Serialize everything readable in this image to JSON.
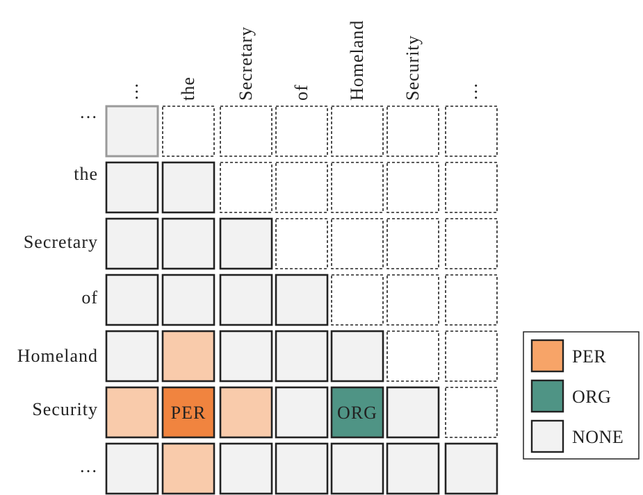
{
  "colors": {
    "PER": "#f7a468",
    "PER_light": "#f9cbab",
    "PER_strong": "#f0843f",
    "ORG": "#4f9485",
    "NONE": "#f2f2f2",
    "empty": "#ffffff",
    "border": "#222222",
    "border_gray": "#9a9a9a"
  },
  "tokens": [
    "…",
    "the",
    "Secretary",
    "of",
    "Homeland",
    "Security",
    "…"
  ],
  "matrix": [
    [
      "gray",
      "empty",
      "empty",
      "empty",
      "empty",
      "empty",
      "empty"
    ],
    [
      "none",
      "none",
      "empty",
      "empty",
      "empty",
      "empty",
      "empty"
    ],
    [
      "none",
      "none",
      "none",
      "empty",
      "empty",
      "empty",
      "empty"
    ],
    [
      "none",
      "none",
      "none",
      "none",
      "empty",
      "empty",
      "empty"
    ],
    [
      "none",
      "per",
      "none",
      "none",
      "none",
      "empty",
      "empty"
    ],
    [
      "per",
      "PER",
      "per",
      "none",
      "ORG",
      "none",
      "empty"
    ],
    [
      "none",
      "per",
      "none",
      "none",
      "none",
      "none",
      "none"
    ]
  ],
  "cell_labels": {
    "PER": "PER",
    "ORG": "ORG"
  },
  "legend": [
    {
      "key": "PER",
      "label": "PER"
    },
    {
      "key": "ORG",
      "label": "ORG"
    },
    {
      "key": "NONE",
      "label": "NONE"
    }
  ]
}
